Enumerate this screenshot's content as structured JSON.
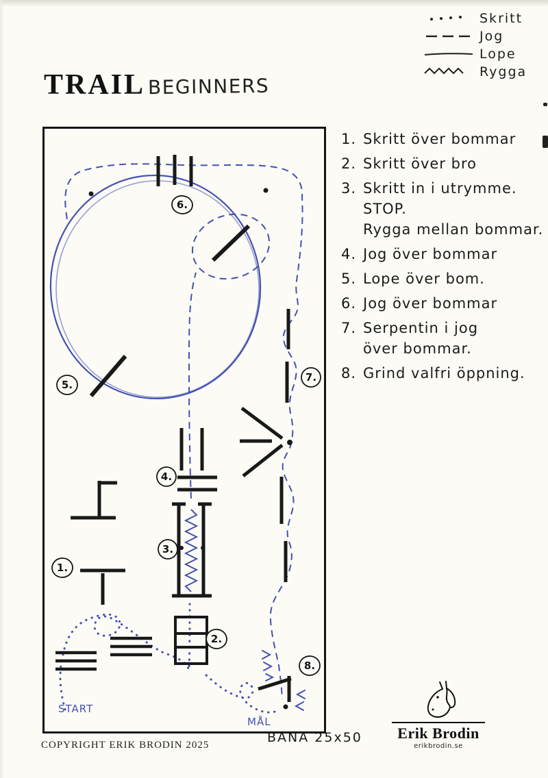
{
  "colors": {
    "ink": "#191919",
    "pen_blue": "#4351b2",
    "paper": "#fcfbf6"
  },
  "header": {
    "title": "TRAIL",
    "subtitle": "BEGINNERS"
  },
  "legend": {
    "items": [
      {
        "label": "Skritt",
        "style": "dotted"
      },
      {
        "label": "Jog",
        "style": "dashed"
      },
      {
        "label": "Lope",
        "style": "solid"
      },
      {
        "label": "Rygga",
        "style": "zigzag"
      }
    ]
  },
  "instructions": [
    {
      "num": "1.",
      "line1": "Skritt över bommar"
    },
    {
      "num": "2.",
      "line1": "Skritt över bro"
    },
    {
      "num": "3.",
      "line1": "Skritt in i utrymme.",
      "line2": "STOP.",
      "line3": "Rygga mellan bommar."
    },
    {
      "num": "4.",
      "line1": "Jog över bommar"
    },
    {
      "num": "5.",
      "line1": "Lope över bom."
    },
    {
      "num": "6.",
      "line1": "Jog över bommar"
    },
    {
      "num": "7.",
      "line1": "Serpentin i jog",
      "line2": "över bommar."
    },
    {
      "num": "8.",
      "line1": "Grind valfri öppning."
    }
  ],
  "course": {
    "marker_labels": [
      "1.",
      "2.",
      "3.",
      "4.",
      "5.",
      "6.",
      "7.",
      "8."
    ],
    "start_label": "START",
    "goal_label": "MÅL"
  },
  "footer": {
    "copyright": "COPYRIGHT ERIK BRODIN 2025",
    "arena": "BANA  25x50"
  },
  "logo": {
    "name": "Erik Brodin",
    "site": "erikbrodin.se"
  }
}
